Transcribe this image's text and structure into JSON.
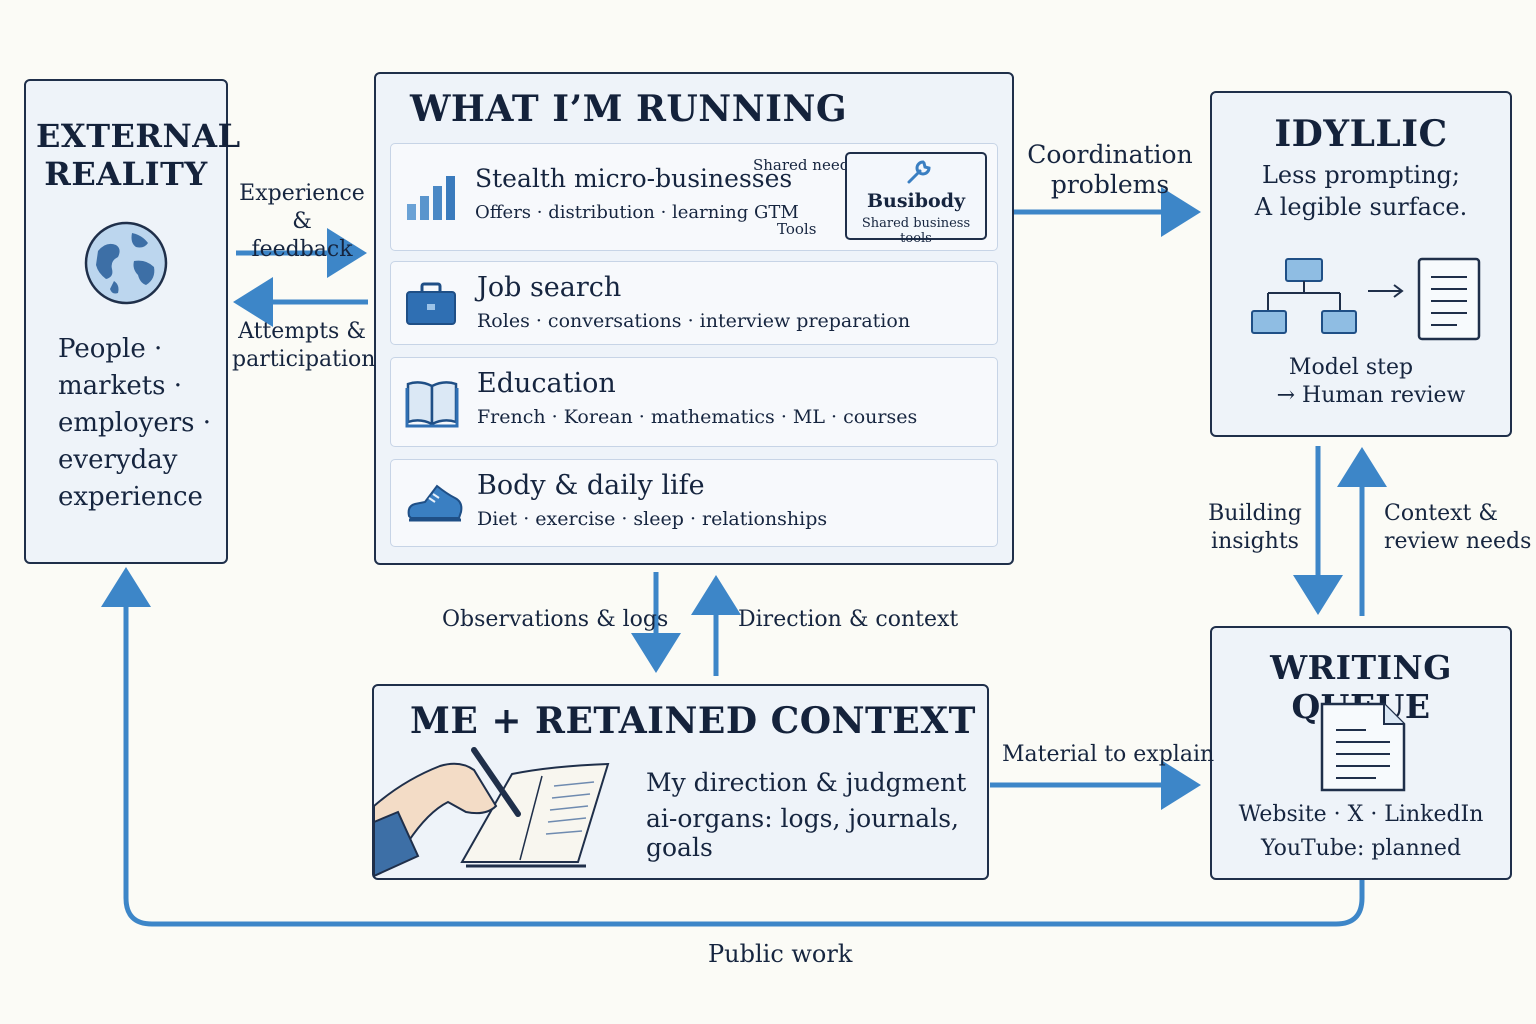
{
  "external": {
    "title": "EXTERNAL REALITY",
    "list": [
      "People ·",
      "markets ·",
      "employers ·",
      "everyday",
      "experience"
    ]
  },
  "running": {
    "title": "WHAT I’M RUNNING",
    "rows": [
      {
        "title": "Stealth micro-businesses",
        "sub": "Offers · distribution · learning GTM",
        "icon": "bar-chart-icon"
      },
      {
        "title": "Job search",
        "sub": "Roles · conversations · interview preparation",
        "icon": "briefcase-icon"
      },
      {
        "title": "Education",
        "sub": "French · Korean · mathematics · ML · courses",
        "icon": "book-icon"
      },
      {
        "title": "Body & daily life",
        "sub": "Diet · exercise · sleep · relationships",
        "icon": "sneaker-icon"
      }
    ],
    "busibody": {
      "title": "Busibody",
      "sub": "Shared business tools",
      "to_label": "Shared needs",
      "from_label": "Tools"
    }
  },
  "idyllic": {
    "title": "IDYLLIC",
    "line1": "Less prompting;",
    "line2": "A legible surface.",
    "flow1": "Model step",
    "flow2": "→ Human review"
  },
  "me": {
    "title": "ME + RETAINED CONTEXT",
    "line1": "My direction & judgment",
    "line2": "ai-organs: logs, journals, goals"
  },
  "queue": {
    "title": "WRITING QUEUE",
    "line1": "Website · X · LinkedIn",
    "line2": "YouTube: planned"
  },
  "edges": {
    "experience_1": "Experience &",
    "experience_2": "feedback",
    "attempts_1": "Attempts &",
    "attempts_2": "participation",
    "coordination_1": "Coordination",
    "coordination_2": "problems",
    "observations": "Observations & logs",
    "direction": "Direction & context",
    "building_1": "Building",
    "building_2": "insights",
    "context_1": "Context &",
    "context_2": "review needs",
    "material": "Material to explain",
    "public": "Public work"
  },
  "colors": {
    "arrow": "#3d86c8",
    "ink": "#16253f",
    "box_fill": "#eef3f9",
    "icon_blue": "#3a7fc2"
  }
}
